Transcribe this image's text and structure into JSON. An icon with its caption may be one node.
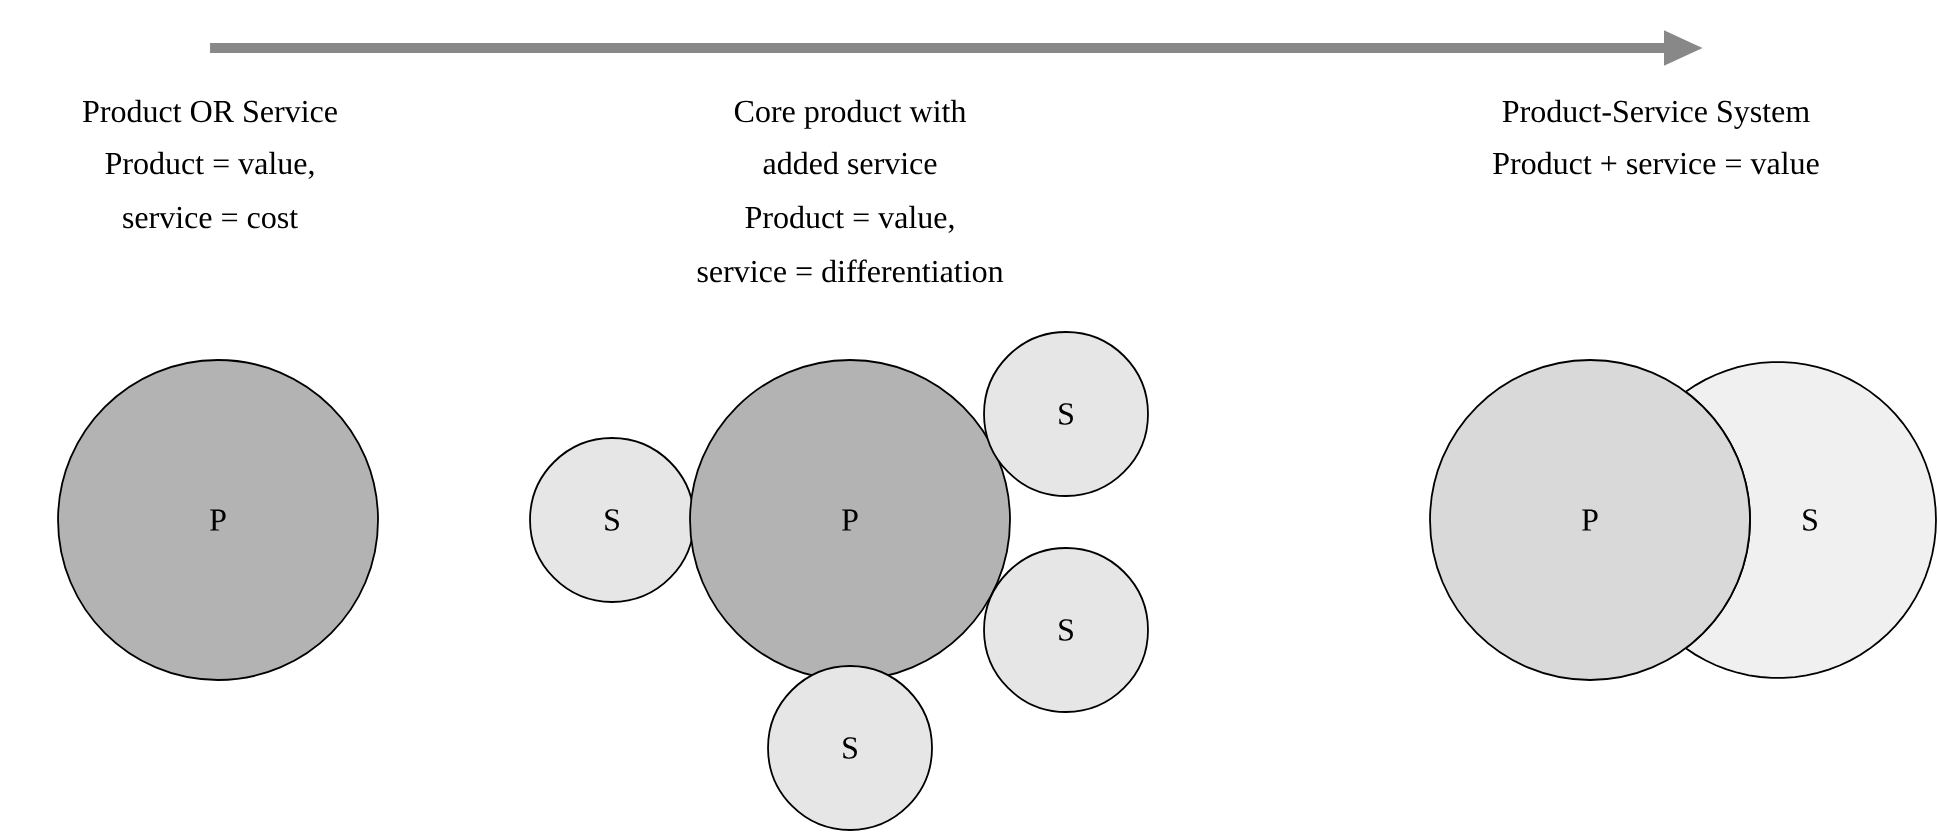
{
  "diagram": {
    "nodes": [
      {
        "text": [
          "P"
        ]
      },
      {
        "text": [
          "S"
        ]
      },
      {
        "text": [
          "P"
        ]
      },
      {
        "text": [
          "S"
        ]
      },
      {
        "text": [
          "S"
        ]
      },
      {
        "text": [
          "S"
        ]
      },
      {
        "text": [
          "P"
        ]
      },
      {
        "text": [
          "S"
        ]
      }
    ],
    "labels": [
      "Product OR Service",
      "Product = value,",
      "service = cost",
      "Core product with",
      "added service",
      "Product = value,",
      "service = differentiation",
      "Product-Service System",
      "Product + service = value"
    ]
  }
}
